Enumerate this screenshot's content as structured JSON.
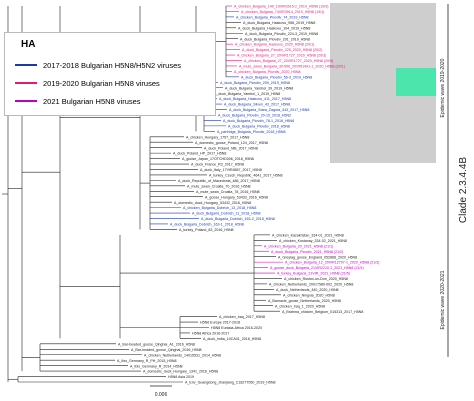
{
  "legend": {
    "title": "HA",
    "items": [
      {
        "label": "2017-2018 Bulgarian H5N8/H5N2 viruses",
        "color": "#1a3aa8"
      },
      {
        "label": "2019-2020 Bulgarian H5N8 viruses",
        "color": "#e0197d"
      },
      {
        "label": "2021 Bulgarian H5N8 viruses",
        "color": "#c000c0"
      }
    ]
  },
  "clade_label": "Clade 2.3.4.4B",
  "wave_labels": [
    "Epidemic wave 2019-2020",
    "Epidemic wave 2020-2021"
  ],
  "scale_bar": "0.006",
  "colors": {
    "blue": "#1a3aa8",
    "pink": "#e0197d",
    "purple": "#c000c0",
    "black": "#222222",
    "grey_band": "#bdbdbd",
    "green_band": "#3ee8a8"
  },
  "taxa": [
    {
      "label": "A_chicken_Bulgaria_149_19VIR3915-2_2019_H5N8 (19/3)",
      "color": "pink"
    },
    {
      "label": "A_chicken_Bulgaria_74VIR3914_2019_H5N8 (19/1)",
      "color": "pink"
    },
    {
      "label": "A_chicken_Bulgaria_Plovdiv_74_2019_H5N8",
      "color": "blue"
    },
    {
      "label": "A_duck_Bulgaria_Haskovo_956_2019_H5N8",
      "color": "black"
    },
    {
      "label": "A_duck_Bulgaria_Haskovo_104_2019_H5N8",
      "color": "black"
    },
    {
      "label": "A_duck_Bulgaria_Plovdiv_224-3_2019_H5N8",
      "color": "black"
    },
    {
      "label": "A_duck_Bulgaria_Plovdiv_201_2019_H5N8",
      "color": "black"
    },
    {
      "label": "A_chicken_Bulgaria_Haskovo_2020_H5N8 (20/1)",
      "color": "pink"
    },
    {
      "label": "A_duck_Bulgaria_Plovdiv_225_2020_H5N8 (20/2)",
      "color": "pink"
    },
    {
      "label": "A_chicken_Bulgaria_27_20VIR1727_2020_H5N8 (20/3)",
      "color": "pink"
    },
    {
      "label": "A_chicken_Bulgaria_27_20VIR1727_2020_H5N8 (20/5)",
      "color": "pink"
    },
    {
      "label": "A_mute_swan_Bulgaria_30-506_20VIR1441-1_2020_H5N8 (20/1)",
      "color": "pink"
    },
    {
      "label": "A_chicken_Bulgaria_Plovdiv_2020_H5N8",
      "color": "pink"
    },
    {
      "label": "A_duck_Bulgaria_Plovdiv_56-3_2019_H5N8",
      "color": "blue"
    },
    {
      "label": "A_duck_Bulgaria_Plovdiv_209_2019_H5N8",
      "color": "blue"
    },
    {
      "label": "A_duck_Bulgaria_Yambol_39_2019_H5N8",
      "color": "black"
    },
    {
      "label": "A_duck_Bulgaria_Yambol_1_2019_H5N8",
      "color": "black"
    },
    {
      "label": "A_duck_Bulgaria_Haskovo_411_2017_H5N8",
      "color": "blue"
    },
    {
      "label": "A_duck_Bulgaria_Sliven_43_2017_H5N8",
      "color": "blue"
    },
    {
      "label": "A_duck_Bulgaria_Stara_Zagora_443_2017_H5N8",
      "color": "blue"
    },
    {
      "label": "A_duck_Bulgaria_Plovdiv_20-15_2018_H5N2",
      "color": "blue"
    },
    {
      "label": "A_duck_Bulgaria_Plovdiv_78-1_2018_H5N8",
      "color": "blue"
    },
    {
      "label": "A_duck_Bulgaria_Plovdiv_2018_H5N8",
      "color": "blue"
    },
    {
      "label": "A_partridge_Bulgaria_Plovdiv_2018_H5N8",
      "color": "blue"
    },
    {
      "label": "A_chicken_Hungary_1757_2017_H5N8",
      "color": "black"
    },
    {
      "label": "A_domestic_goose_Poland_124_2017_H5N8",
      "color": "black"
    },
    {
      "label": "A_duck_Poland_MB_2017_H5N8",
      "color": "black"
    },
    {
      "label": "A_duck_Poland_HP_2017_H5N8",
      "color": "black"
    },
    {
      "label": "A_goose_Japan_17OTCHD006_2018_H5N6",
      "color": "black"
    },
    {
      "label": "A_duck_France_R3_2017_H5N8",
      "color": "black"
    },
    {
      "label": "A_duck_Italy_17VIR4567_2017_H5N8",
      "color": "black"
    },
    {
      "label": "A_turkey_Czech_Republic_4641_2017_H5N8",
      "color": "black"
    },
    {
      "label": "A_duck_Republic_of_Macedonia_486_2017_H5N8",
      "color": "black"
    },
    {
      "label": "A_mute_swan_Croatia_70_2016_H5N8",
      "color": "black"
    },
    {
      "label": "A_mute_swan_Croatia_78_2016_H5N8",
      "color": "black"
    },
    {
      "label": "A_goose_Hungary_53433_2016_H5N8",
      "color": "black"
    },
    {
      "label": "A_domestic_duck_Hungary_53432_2016_H5N8",
      "color": "black"
    },
    {
      "label": "A_chicken_Bulgaria_Dobrich_13_2018_H5N8",
      "color": "blue"
    },
    {
      "label": "A_duck_Bulgaria_Dobrich_11_2018_H5N8",
      "color": "blue"
    },
    {
      "label": "A_duck_Bulgaria_Dobrich_163-2_2018_H5N8",
      "color": "blue"
    },
    {
      "label": "A_duck_Bulgaria_Dobrich_163-1_2018_H5N8",
      "color": "blue"
    },
    {
      "label": "A_turkey_Poland_83_2016_H5N8",
      "color": "black"
    },
    {
      "label": "A_chicken_Kazakhstan_334-01_2021_H5N8",
      "color": "black"
    },
    {
      "label": "A_chicken_Kostanay_334-02_2021_H5N8",
      "color": "black"
    },
    {
      "label": "A_chicken_Bulgaria_20_2021_H5N8 (21/1)",
      "color": "purple"
    },
    {
      "label": "A_duck_Bulgaria_Plovdiv_2021_H5N8 (21/2)",
      "color": "purple"
    },
    {
      "label": "A_Greylag_goose_England_052868_2020_H5N8",
      "color": "black"
    },
    {
      "label": "A_chicken_Bulgaria_12_20VIR12707-1_2020_H5N8 (21/3)",
      "color": "purple"
    },
    {
      "label": "A_goose_duck_Bulgaria_21VIR2210-1_2021_H5N8 (21/4)",
      "color": "purple"
    },
    {
      "label": "A_turkey_Bulgaria_21VIR_2021_H5N8 (21/5)",
      "color": "purple"
    },
    {
      "label": "A_chicken_Rostov-on-Don_2020_H5N8",
      "color": "black"
    },
    {
      "label": "A_chicken_Netherlands_20017580-002_2020_H5N8",
      "color": "black"
    },
    {
      "label": "A_duck_Netherlands_440_2020_H5N8",
      "color": "black"
    },
    {
      "label": "A_chicken_Ningxia_2020_H5N8",
      "color": "black"
    },
    {
      "label": "A_Barnacle_goose_Netherlands_2020_H5N8",
      "color": "black"
    },
    {
      "label": "A_chicken_Iraq_1_2020_H5N8",
      "color": "black"
    },
    {
      "label": "A_Brahma_chicken_Belgium_015313_2017_H5N8",
      "color": "black"
    },
    {
      "label": "A_chicken_Iraq_2017_H5N8",
      "color": "black"
    },
    {
      "label": "H5N6 Europe 2017-2018",
      "color": "black"
    },
    {
      "label": "H5N8 Eurasia-Africa 2016-2020",
      "color": "black"
    },
    {
      "label": "H5N8 Africa 2016-2017",
      "color": "black"
    },
    {
      "label": "A_duck_India_10CA01_2016_H5N8",
      "color": "black"
    },
    {
      "label": "A_Bar-headed_goose_Qinghai_A1_2016_H5N8",
      "color": "black"
    },
    {
      "label": "A_Bar-headed_goose_Qinghai_2016_H5N8",
      "color": "black"
    },
    {
      "label": "A_chicken_Netherlands_14015531_2014_H5N8",
      "color": "black"
    },
    {
      "label": "A_Ibis_Germany_R_PH_2015_H5N8",
      "color": "black"
    },
    {
      "label": "A_Ibis_Germany_R_2014_H5N8",
      "color": "black"
    },
    {
      "label": "A_domestic_duck_Hungary_1341_2016_H5N8",
      "color": "black"
    },
    {
      "label": "H5N8 Asia 2019",
      "color": "black"
    },
    {
      "label": "A_Env_Guangdong_zhanjiang_C18277050_2019_H5N8",
      "color": "black"
    }
  ]
}
